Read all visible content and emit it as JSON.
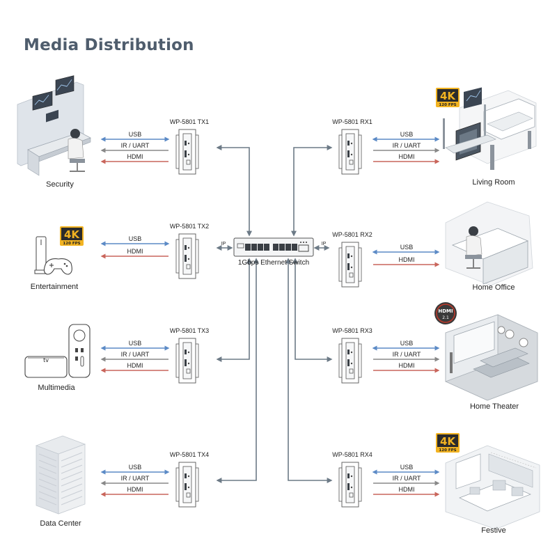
{
  "title": "Media Distribution",
  "switch": {
    "label": "1Gbps Ethernet Switch",
    "ip_label": "IP"
  },
  "signals": {
    "usb": "USB",
    "ir": "IR / UART",
    "hdmi": "HDMI"
  },
  "colors": {
    "usb": "#5b8ac6",
    "ir": "#888888",
    "hdmi": "#c9655b",
    "link": "#6c7a86",
    "badge_gold": "#f2b321",
    "badge_dark": "#2b2b2b",
    "badge_red": "#c0392b"
  },
  "transmitters": [
    {
      "id": "tx1",
      "label": "WP-5801 TX1",
      "source": "Security",
      "signals": [
        "usb",
        "ir",
        "hdmi"
      ]
    },
    {
      "id": "tx2",
      "label": "WP-5801 TX2",
      "source": "Entertainment",
      "signals": [
        "usb",
        "hdmi"
      ],
      "badge": {
        "main": "4K",
        "sub": "120 FPS"
      }
    },
    {
      "id": "tx3",
      "label": "WP-5801 TX3",
      "source": "Multimedia",
      "signals": [
        "usb",
        "ir",
        "hdmi"
      ],
      "device_text": "tv"
    },
    {
      "id": "tx4",
      "label": "WP-5801 TX4",
      "source": "Data Center",
      "signals": [
        "usb",
        "ir",
        "hdmi"
      ]
    }
  ],
  "receivers": [
    {
      "id": "rx1",
      "label": "WP-5801 RX1",
      "dest": "Living Room",
      "signals": [
        "usb",
        "ir",
        "hdmi"
      ],
      "badge": {
        "main": "4K",
        "sub": "120 FPS"
      }
    },
    {
      "id": "rx2",
      "label": "WP-5801 RX2",
      "dest": "Home Office",
      "signals": [
        "usb",
        "hdmi"
      ]
    },
    {
      "id": "rx3",
      "label": "WP-5801 RX3",
      "dest": "Home Theater",
      "signals": [
        "usb",
        "ir",
        "hdmi"
      ],
      "badge": {
        "main": "HDMI",
        "sub": "2.1"
      }
    },
    {
      "id": "rx4",
      "label": "WP-5801 RX4",
      "dest": "Festive",
      "signals": [
        "usb",
        "ir",
        "hdmi"
      ],
      "badge": {
        "main": "4K",
        "sub": "120 FPS"
      }
    }
  ]
}
